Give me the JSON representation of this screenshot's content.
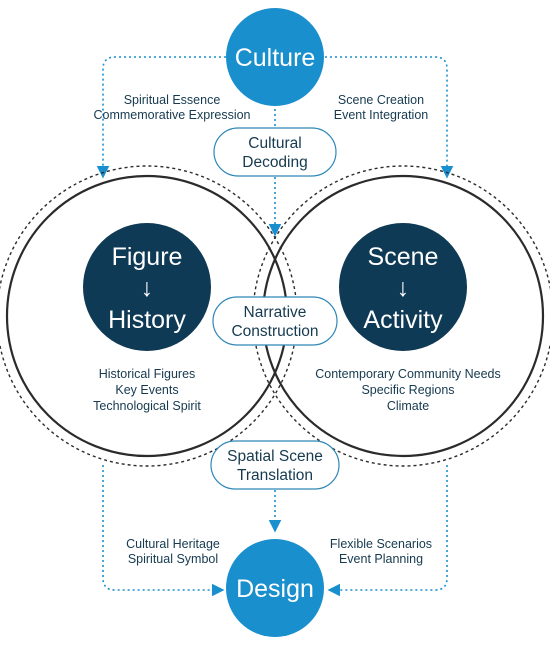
{
  "nodes": {
    "culture": "Culture",
    "design": "Design",
    "left_core": {
      "top": "Figure",
      "arrow": "↓",
      "bottom": "History"
    },
    "right_core": {
      "top": "Scene",
      "arrow": "↓",
      "bottom": "Activity"
    }
  },
  "processes": {
    "cultural_decoding": [
      "Cultural",
      "Decoding"
    ],
    "narrative_construction": [
      "Narrative",
      "Construction"
    ],
    "spatial_scene_translation": [
      "Spatial Scene",
      "Translation"
    ]
  },
  "labels": {
    "culture_left": [
      "Spiritual Essence",
      "Commemorative Expression"
    ],
    "culture_right": [
      "Scene Creation",
      "Event Integration"
    ],
    "left_circle": [
      "Historical Figures",
      "Key Events",
      "Technological Spirit"
    ],
    "right_circle": [
      "Contemporary Community Needs",
      "Specific Regions",
      "Climate"
    ],
    "design_left": [
      "Cultural Heritage",
      "Spiritual Symbol"
    ],
    "design_right": [
      "Flexible Scenarios",
      "Event Planning"
    ]
  },
  "colors": {
    "hub_blue": "#1a8fcd",
    "core_navy": "#0f3a55",
    "text_navy": "#163a4f",
    "line_gray": "#2b2b2b",
    "pill_border": "#2e87b8"
  }
}
